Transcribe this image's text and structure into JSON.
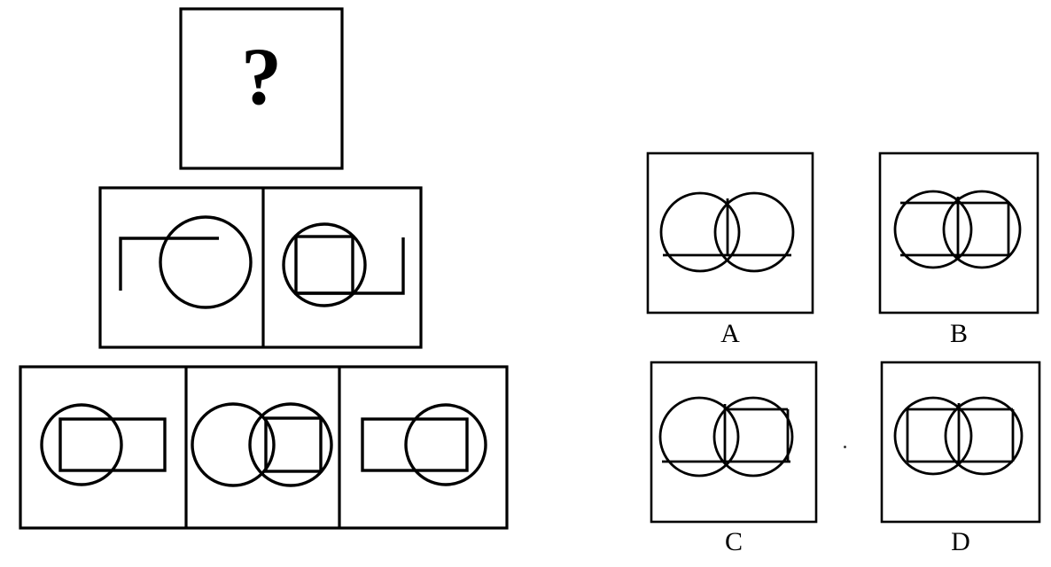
{
  "puzzle": {
    "type": "visual-analogy-matrix",
    "question_mark": "?",
    "stimulus": {
      "rows": [
        {
          "row_index": 0,
          "cell_count": 1,
          "cells": [
            {
              "id": "question-cell",
              "content": "question-mark",
              "description": "Empty square frame containing a large bold question mark"
            }
          ]
        },
        {
          "row_index": 1,
          "cell_count": 2,
          "cells": [
            {
              "id": "middle-cell-1",
              "content": "circle-with-open-rectangle-left",
              "description": "Large circle on the right overlapped by a rectangle whose top and left edges only are visible, opening toward the circle"
            },
            {
              "id": "middle-cell-2",
              "content": "circle-with-square-inside-and-open-rectangle-right",
              "description": "Circle containing a square; a rectangle's bottom and right edges extend to the right of the circle"
            }
          ]
        },
        {
          "row_index": 2,
          "cell_count": 3,
          "cells": [
            {
              "id": "bottom-cell-1",
              "content": "circle-left-rectangle-right-overlap",
              "description": "Circle on the left with a rectangle extending to the right, overlapping the circle"
            },
            {
              "id": "bottom-cell-2",
              "content": "two-overlapping-circles-square-on-right",
              "description": "Two overlapping circles with a square placed over the right circle"
            },
            {
              "id": "bottom-cell-3",
              "content": "rectangle-left-circle-right-overlap",
              "description": "Rectangle on the left with a circle on the right overlapping it"
            }
          ]
        }
      ]
    },
    "options": [
      {
        "letter": "A",
        "id": "option-a",
        "description": "Two overlapping circles, a horizontal line across the lower portion spanning both, and a short vertical line through the overlap lens"
      },
      {
        "letter": "B",
        "id": "option-b",
        "description": "Two tangent circles with a rectangle spanning both: top edge, bottom edge, a central vertical, and a right vertical edge inside the right circle"
      },
      {
        "letter": "C",
        "id": "option-c",
        "description": "Two overlapping circles with a rectangle whose left edge lies in the overlap lens, right edge inside the right circle, and bottom line spanning both circles"
      },
      {
        "letter": "D",
        "id": "option-d",
        "description": "Two overlapping circles with a wide rectangle: left edge inside the left circle, right edge inside the right circle, bottom line across, and a vertical in the overlap"
      }
    ]
  },
  "style": {
    "ink": "#000000",
    "paper": "#ffffff"
  }
}
